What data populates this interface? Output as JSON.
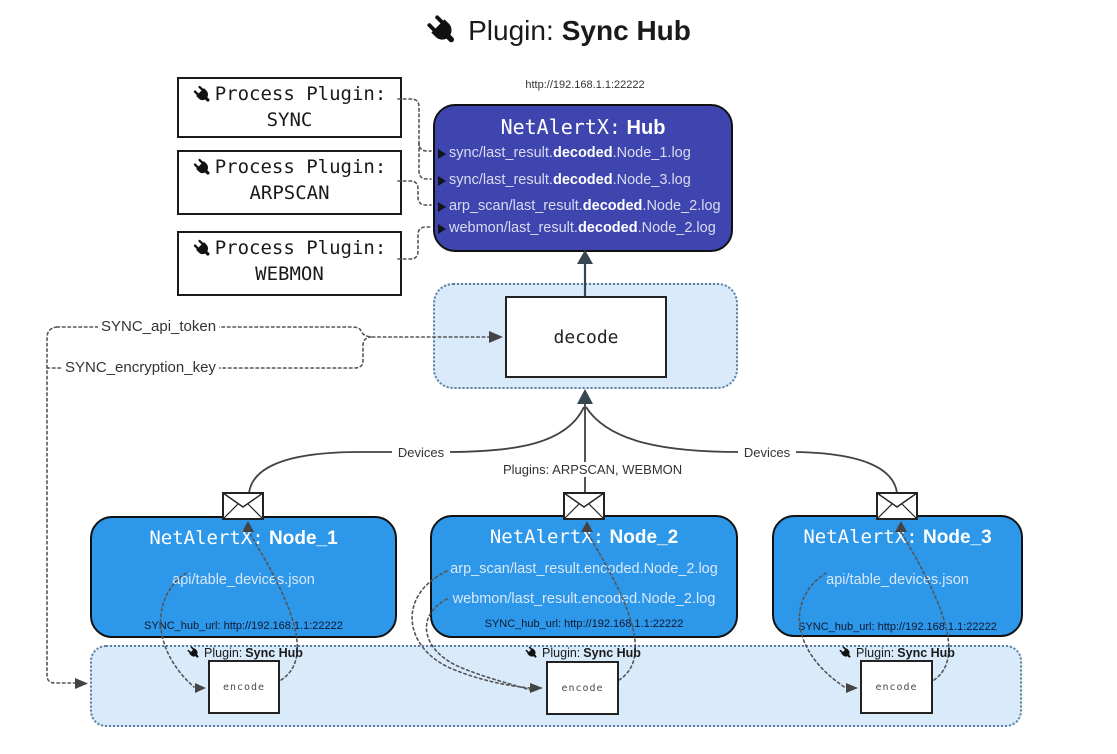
{
  "title": {
    "label": "Plugin:",
    "name": "Sync Hub"
  },
  "hub": {
    "url": "http://192.168.1.1:22222",
    "title_label": "NetAlertX:",
    "title_name": "Hub",
    "logs": [
      {
        "pre": "sync/last_result.",
        "bold": "decoded",
        "post": ".Node_1.log"
      },
      {
        "pre": "sync/last_result.",
        "bold": "decoded",
        "post": ".Node_3.log"
      },
      {
        "pre": "arp_scan/last_result.",
        "bold": "decoded",
        "post": ".Node_2.log"
      },
      {
        "pre": "webmon/last_result.",
        "bold": "decoded",
        "post": ".Node_2.log"
      }
    ]
  },
  "process_plugins": [
    {
      "label": "Process Plugin:",
      "name": "SYNC"
    },
    {
      "label": "Process Plugin:",
      "name": "ARPSCAN"
    },
    {
      "label": "Process Plugin:",
      "name": "WEBMON"
    }
  ],
  "decode": {
    "label": "decode"
  },
  "settings": {
    "api_token": "SYNC_api_token",
    "encryption_key": "SYNC_encryption_key"
  },
  "edges": {
    "devices": "Devices",
    "plugins": "Plugins: ARPSCAN, WEBMON"
  },
  "nodes": [
    {
      "title_label": "NetAlertX:",
      "title_name": "Node_1",
      "files": [
        "api/table_devices.json"
      ],
      "hub_url": "SYNC_hub_url: http://192.168.1.1:22222"
    },
    {
      "title_label": "NetAlertX:",
      "title_name": "Node_2",
      "files": [
        "arp_scan/last_result.encoded.Node_2.log",
        "webmon/last_result.encoded.Node_2.log"
      ],
      "hub_url": "SYNC_hub_url: http://192.168.1.1:22222"
    },
    {
      "title_label": "NetAlertX:",
      "title_name": "Node_3",
      "files": [
        "api/table_devices.json"
      ],
      "hub_url": "SYNC_hub_url: http://192.168.1.1:22222"
    }
  ],
  "encode_bar": {
    "plugin_label": "Plugin:",
    "plugin_name": "Sync Hub",
    "encode_label": "encode"
  },
  "icons": {
    "plug": "plug-icon",
    "envelope": "envelope-icon",
    "arrowhead": "arrowhead-icon"
  },
  "colors": {
    "hub_fill": "#3f45ae",
    "node_fill": "#2d97ea",
    "panel_fill": "#d9eafb",
    "panel_border": "#5b7e9e",
    "arrow_dark": "#37474f",
    "connector": "#555555"
  }
}
